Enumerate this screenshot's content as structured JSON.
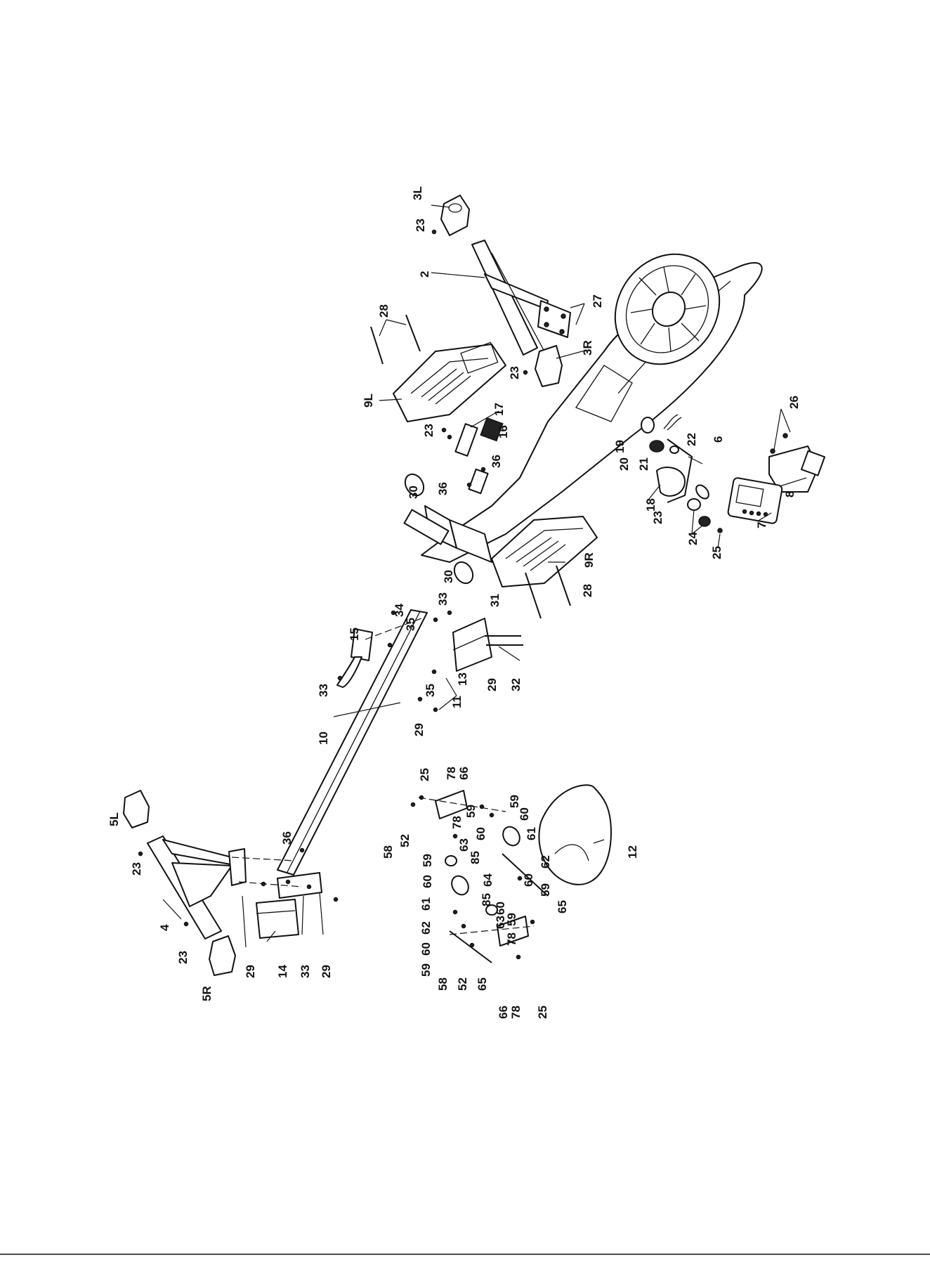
{
  "callouts": {
    "c3L": "3L",
    "c23a": "23",
    "c2": "2",
    "c27": "27",
    "c28a": "28",
    "c3R": "3R",
    "c23b": "23",
    "c9L": "9L",
    "c17": "17",
    "c23c": "23",
    "c16": "16",
    "c36a": "36",
    "c36b": "36",
    "c30a": "30",
    "c26": "26",
    "c6": "6",
    "c22": "22",
    "c19": "19",
    "c20": "20",
    "c21": "21",
    "c18": "18",
    "c23d": "23",
    "c8": "8",
    "c7": "7",
    "c24": "24",
    "c25a": "25",
    "c9R": "9R",
    "c30b": "30",
    "c28b": "28",
    "c33a": "33",
    "c34": "34",
    "c35a": "35",
    "c31": "31",
    "c15": "15",
    "c13": "13",
    "c29a": "29",
    "c32": "32",
    "c33b": "33",
    "c35b": "35",
    "c11": "11",
    "c29b": "29",
    "c10": "10",
    "c25b": "25",
    "c78a": "78",
    "c66a": "66",
    "c59a": "59",
    "c60a": "60",
    "c59b": "59",
    "c61a": "61",
    "c78b": "78",
    "c58a": "58",
    "c52a": "52",
    "c60b": "60",
    "c63a": "63",
    "c59c": "59",
    "c85a": "85",
    "c62a": "62",
    "c60c": "60",
    "c60d": "60",
    "c64": "64",
    "c61b": "61",
    "c59d": "59",
    "c85b": "85",
    "c60e": "60",
    "c62b": "62",
    "c63b": "63",
    "c59e": "59",
    "c60f": "60",
    "c65a": "65",
    "c59f": "59",
    "c78c": "78",
    "c58b": "58",
    "c52b": "52",
    "c65b": "65",
    "c66b": "66",
    "c78d": "78",
    "c25c": "25",
    "c12": "12",
    "c5L": "5L",
    "c36c": "36",
    "c23e": "23",
    "c4": "4",
    "c23f": "23",
    "c29c": "29",
    "c14": "14",
    "c33c": "33",
    "c29d": "29",
    "c5R": "5R"
  }
}
